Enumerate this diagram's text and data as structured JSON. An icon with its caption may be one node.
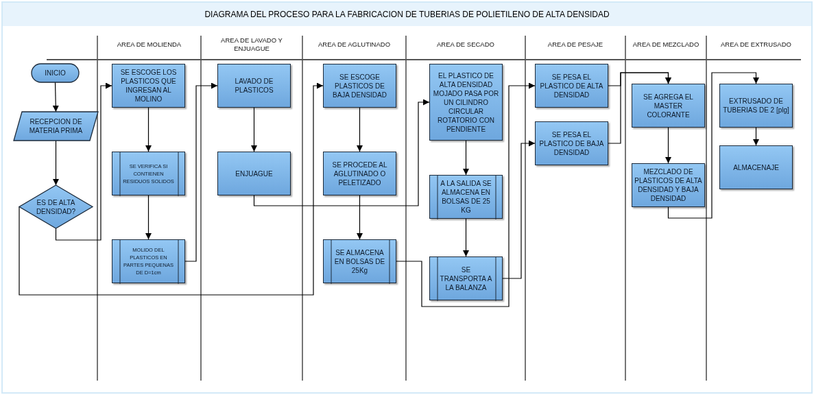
{
  "diagram": {
    "title": "DIAGRAMA DEL PROCESO PARA LA FABRICACION DE TUBERIAS DE POLIETILENO DE ALTA DENSIDAD",
    "nodes": [
      {
        "text": [
          "INICIO"
        ]
      },
      {
        "text": [
          "RECEPCION DE MATERIA PRIMA"
        ]
      },
      {
        "text": [
          "ES DE ALTA DENSIDAD?"
        ]
      },
      {
        "text": [
          "SE ESCOGE LOS PLASTICOS QUE INGRESAN AL MOLINO"
        ]
      },
      {
        "text": [
          "SE VERIFICA SI CONTIENEN RESIDUOS SOLIDOS"
        ]
      },
      {
        "text": [
          "MOLIDO DEL PLASTICOS EN PARTES PEQUENAS DE D=1cm"
        ]
      },
      {
        "text": [
          "LAVADO DE PLASTICOS"
        ]
      },
      {
        "text": [
          "ENJUAGUE"
        ]
      },
      {
        "text": [
          "SE ESCOGE PLASTICOS DE BAJA DENSIDAD"
        ]
      },
      {
        "text": [
          "SE PROCEDE AL AGLUTINADO O PELETIZADO"
        ]
      },
      {
        "text": [
          "SE ALMACENA EN BOLSAS DE 25Kg"
        ]
      },
      {
        "text": [
          "EL PLASTICO DE ALTA DENSIDAD MOJADO PASA POR UN CILINDRO CIRCULAR ROTATORIO CON PENDIENTE"
        ]
      },
      {
        "text": [
          "A LA SALIDA SE ALMACENA EN BOLSAS DE 25 KG"
        ]
      },
      {
        "text": [
          "SE TRANSPORTA A LA BALANZA"
        ]
      },
      {
        "text": [
          "SE PESA EL PLASTICO DE ALTA DENSIDAD"
        ]
      },
      {
        "text": [
          "SE PESA EL PLASTICO DE BAJA DENSIDAD"
        ]
      },
      {
        "text": [
          "SE AGREGA EL MASTER COLORANTE"
        ]
      },
      {
        "text": [
          "MEZCLADO DE PLASTICOS DE ALTA DENSIDAD Y BAJA DENSIDAD"
        ]
      },
      {
        "text": [
          "EXTRUSADO DE TUBERIAS DE 2 [plg]"
        ]
      },
      {
        "text": [
          "ALMACENAJE"
        ]
      }
    ],
    "edges": [
      {
        "from": 0,
        "to": 1,
        "arrow": "to"
      },
      {
        "from": 1,
        "to": 2,
        "arrow": "to"
      },
      {
        "from": 2,
        "to": 3,
        "arrow": "to"
      },
      {
        "from": 2,
        "to": 8,
        "arrow": "to"
      },
      {
        "from": 3,
        "to": 4,
        "arrow": "to"
      },
      {
        "from": 4,
        "to": 5,
        "arrow": "to"
      },
      {
        "from": 5,
        "to": 6,
        "arrow": "to"
      },
      {
        "from": 6,
        "to": 7,
        "arrow": "to"
      },
      {
        "from": 7,
        "to": 11,
        "arrow": "to"
      },
      {
        "from": 8,
        "to": 9,
        "arrow": "to"
      },
      {
        "from": 9,
        "to": 10,
        "arrow": "to"
      },
      {
        "from": 10,
        "to": 14,
        "arrow": "to"
      },
      {
        "from": 11,
        "to": 12,
        "arrow": "to"
      },
      {
        "from": 12,
        "to": 13,
        "arrow": "to"
      },
      {
        "from": 13,
        "to": 15,
        "arrow": "to"
      },
      {
        "from": 14,
        "to": 16,
        "arrow": "to"
      },
      {
        "from": 15,
        "to": 16,
        "arrow": "to"
      },
      {
        "from": 16,
        "to": 17,
        "arrow": "to"
      },
      {
        "from": 17,
        "to": 18,
        "arrow": "to"
      },
      {
        "from": 18,
        "to": 19,
        "arrow": "to"
      }
    ],
    "labels": [
      "AREA  DE MOLIENDA",
      "AREA DE LAVADO Y ENJUAGUE",
      "AREA DE AGLUTINADO",
      "AREA DE SECADO",
      "AREA DE PESAJE",
      "AREA DE MEZCLADO",
      "AREA DE EXTRUSADO"
    ]
  }
}
